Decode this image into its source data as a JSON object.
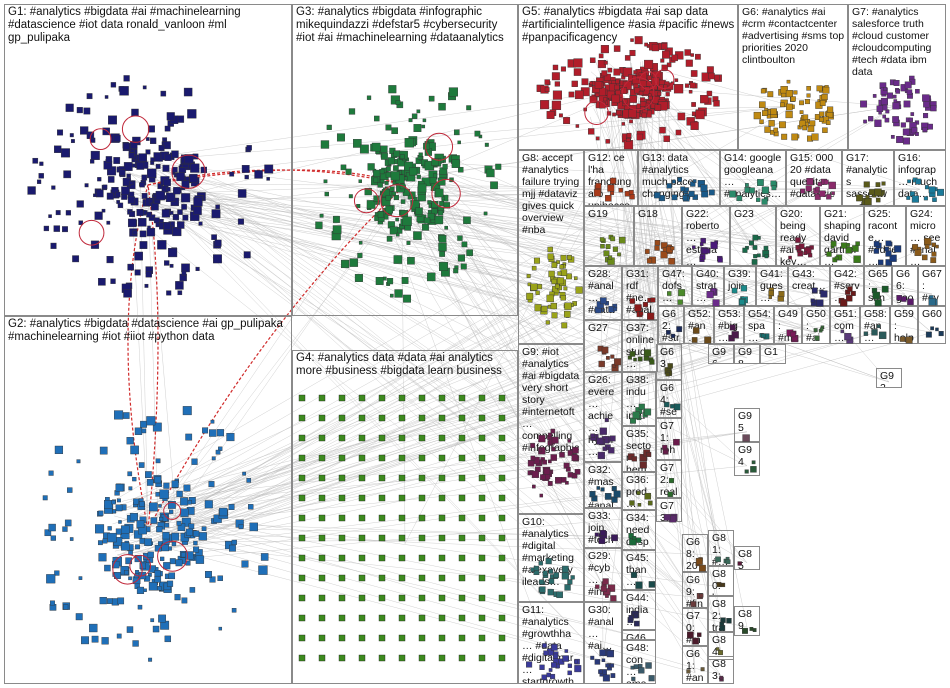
{
  "groups": [
    {
      "id": "G1",
      "label": "G1: #analytics #bigdata #ai #machinelearning #datascience #iot data ronald_vanloon #ml gp_pulipaka",
      "color": "#1a1a6e"
    },
    {
      "id": "G3",
      "label": "G3: #analytics #bigdata #infographic mikequindazzi #defstar5 #cybersecurity #iot #ai #machinelearning #dataanalytics",
      "color": "#1e7a3c"
    },
    {
      "id": "G5",
      "label": "G5: #analytics #bigdata #ai sap data #artificialintelligence #asia #pacific #news #panpacificagency",
      "color": "#b11d2a"
    },
    {
      "id": "G6",
      "label": "G6: #analytics #ai #crm #contactcenter #advertising #sms top priorities 2020 clintboulton",
      "color": "#c08a12"
    },
    {
      "id": "G7",
      "label": "G7: #analytics salesforce truth #cloud customer #cloudcomputing #tech #data ibm data",
      "color": "#6a2b8a"
    },
    {
      "id": "G2",
      "label": "G2: #analytics #bigdata #datascience #ai gp_pulipaka #machinelearning #iot #iiot #python data",
      "color": "#1f6fb8"
    },
    {
      "id": "G4",
      "label": "G4: #analytics data #data #ai analytics more #business #bigdata learn business",
      "color": "#3d8a1e"
    },
    {
      "id": "G8",
      "label": "G8: accept #analytics failure trying mjj #dataviz gives quick overview #nba",
      "color": "#9aa31a"
    },
    {
      "id": "G9",
      "label": "G9: #iot #analytics #ai #bigdata very short story #internetoft… compelling #infographic",
      "color": "#6b1d4d"
    },
    {
      "id": "G10",
      "label": "G10: #analytics #digital #marketing #alexavery ileads…",
      "color": "#2b6b6b"
    },
    {
      "id": "G11",
      "label": "G11: #analytics #growthha… #data #digitalmar… startgrowth…",
      "color": "#3a3a9a"
    },
    {
      "id": "G12",
      "label": "G12: ce l'ha franciungaro unibocconi valcomm…",
      "color": "#aa3a1a"
    },
    {
      "id": "G13",
      "label": "G13: data #analytics much pace changing…",
      "color": "#1a5a8a"
    },
    {
      "id": "G14",
      "label": "G14: google googleana… #analytics…",
      "color": "#2a8a6a"
    },
    {
      "id": "G15",
      "label": "G15: 000 20 #data quesita #datascie…",
      "color": "#8a2a6a"
    },
    {
      "id": "G17",
      "label": "G17: #analytics sassoftw… #it issue…",
      "color": "#5a5a1a"
    },
    {
      "id": "G16",
      "label": "G16: infograp… much data…",
      "color": "#1a7a9a"
    },
    {
      "id": "G19",
      "label": "G19",
      "color": "#6a8a1a"
    },
    {
      "id": "G18",
      "label": "G18",
      "color": "#9a4a1a"
    },
    {
      "id": "G22",
      "label": "G22: roberto… estimà… ventas…",
      "color": "#4a1a7a"
    },
    {
      "id": "G23",
      "label": "G23",
      "color": "#1a6a4a"
    },
    {
      "id": "G20",
      "label": "G20: being ready #ai key…",
      "color": "#7a1a3a"
    },
    {
      "id": "G21",
      "label": "G21: shaping david gartner…",
      "color": "#3a7a1a"
    },
    {
      "id": "G25",
      "label": "G25: raconte… #edge… looks…",
      "color": "#1a3a7a"
    },
    {
      "id": "G24",
      "label": "G24: micro… see #anal…",
      "color": "#8a5a1a"
    },
    {
      "id": "G28",
      "label": "G28: #anal… #data sass…",
      "color": "#2a4a8a"
    },
    {
      "id": "G31",
      "label": "G31: rdf #ne… #anal…",
      "color": "#8a1a1a"
    },
    {
      "id": "G47",
      "label": "G47: dofs…",
      "color": "#4a8a2a"
    },
    {
      "id": "G40",
      "label": "G40: strat…",
      "color": "#6a2a8a"
    },
    {
      "id": "G39",
      "label": "G39: join",
      "color": "#1a8a8a"
    },
    {
      "id": "G41",
      "label": "G41: gues…",
      "color": "#8a6a1a"
    },
    {
      "id": "G43",
      "label": "G43: creat…",
      "color": "#2a2a6a"
    },
    {
      "id": "G42",
      "label": "G42: #serv…",
      "color": "#6a1a1a"
    },
    {
      "id": "G65",
      "label": "G65: san…",
      "color": "#1a5a2a"
    },
    {
      "id": "G66",
      "label": "G66: goo…",
      "color": "#5a1a6a"
    },
    {
      "id": "G67",
      "label": "G67: #eve…",
      "color": "#2a6a8a"
    },
    {
      "id": "G27",
      "label": "G27",
      "color": "#7a3a2a"
    },
    {
      "id": "G37",
      "label": "G37: online stud…",
      "color": "#3a5a1a"
    },
    {
      "id": "G62",
      "label": "G62: #str…",
      "color": "#1a2a5a"
    },
    {
      "id": "G52",
      "label": "G52: #an…",
      "color": "#6a4a1a"
    },
    {
      "id": "G53",
      "label": "G53: #big…",
      "color": "#4a1a4a"
    },
    {
      "id": "G54",
      "label": "G54: spa…",
      "color": "#1a6a6a"
    },
    {
      "id": "G49",
      "label": "G49: #ma…",
      "color": "#7a1a5a"
    },
    {
      "id": "G50",
      "label": "G50: #ai…",
      "color": "#3a6a3a"
    },
    {
      "id": "G51",
      "label": "G51: com…",
      "color": "#5a3a7a"
    },
    {
      "id": "G58",
      "label": "G58: #an…",
      "color": "#2a5a5a"
    },
    {
      "id": "G59",
      "label": "G59: help…",
      "color": "#7a5a2a"
    },
    {
      "id": "G60",
      "label": "G60",
      "color": "#1a3a5a"
    },
    {
      "id": "G26",
      "label": "G26: evere… achie… hyper…",
      "color": "#4a2a6a"
    },
    {
      "id": "G38",
      "label": "G38: indu… insu…",
      "color": "#2a7a4a"
    },
    {
      "id": "G35",
      "label": "G35: sector hem…",
      "color": "#6a2a2a"
    },
    {
      "id": "G32",
      "label": "G32: #mas… #anal…",
      "color": "#1a4a6a"
    },
    {
      "id": "G36",
      "label": "G36: prod…",
      "color": "#5a6a1a"
    },
    {
      "id": "G33",
      "label": "G33: join #tech…",
      "color": "#3a1a5a"
    },
    {
      "id": "G34",
      "label": "G34: need desp…",
      "color": "#1a6a3a"
    },
    {
      "id": "G29",
      "label": "G29: #cyb… #info…",
      "color": "#7a2a4a"
    },
    {
      "id": "G30",
      "label": "G30: #anal… #ai…",
      "color": "#2a3a7a"
    },
    {
      "id": "G63",
      "label": "G63",
      "color": "#4a4a1a"
    },
    {
      "id": "G64",
      "label": "G64: #se…",
      "color": "#1a5a5a"
    },
    {
      "id": "G71",
      "label": "G71: roh…",
      "color": "#6a1a4a"
    },
    {
      "id": "G72",
      "label": "G72: real…",
      "color": "#2a6a2a"
    },
    {
      "id": "G73",
      "label": "G73: bi…",
      "color": "#5a2a6a"
    },
    {
      "id": "G45",
      "label": "G45: than… sabr…",
      "color": "#1a4a4a"
    },
    {
      "id": "G68",
      "label": "G68: 20…",
      "color": "#7a4a1a"
    },
    {
      "id": "G44",
      "label": "G44: india… wom…",
      "color": "#2a2a5a"
    },
    {
      "id": "G69",
      "label": "G69: #fin…",
      "color": "#6a3a3a"
    },
    {
      "id": "G46",
      "label": "G46",
      "color": "#1a7a5a"
    },
    {
      "id": "G70",
      "label": "G70: #m…",
      "color": "#4a1a2a"
    },
    {
      "id": "G48",
      "label": "G48: con… ama…",
      "color": "#3a5a6a"
    },
    {
      "id": "G61",
      "label": "G61: #an…",
      "color": "#6a5a3a"
    },
    {
      "id": "G96",
      "label": "G96",
      "color": "#2a1a6a"
    },
    {
      "id": "G98",
      "label": "G98",
      "color": "#5a6a3a"
    },
    {
      "id": "G1x",
      "label": "G1…",
      "color": "#3a2a2a"
    },
    {
      "id": "G92",
      "label": "G92",
      "color": "#1a2a4a"
    },
    {
      "id": "G95",
      "label": "G95",
      "color": "#6a4a5a"
    },
    {
      "id": "G94",
      "label": "G94",
      "color": "#2a5a3a"
    },
    {
      "id": "G85",
      "label": "G85",
      "color": "#5a1a3a"
    },
    {
      "id": "G81",
      "label": "G81: #…",
      "color": "#3a6a5a"
    },
    {
      "id": "G80",
      "label": "G80: lea…",
      "color": "#4a3a1a"
    },
    {
      "id": "G82",
      "label": "G82: tra…",
      "color": "#1a3a3a"
    },
    {
      "id": "G84",
      "label": "G84: flex…",
      "color": "#6a6a2a"
    },
    {
      "id": "G89",
      "label": "G89",
      "color": "#2a4a2a"
    },
    {
      "id": "G83",
      "label": "G83: pitc…",
      "color": "#5a2a4a"
    }
  ]
}
